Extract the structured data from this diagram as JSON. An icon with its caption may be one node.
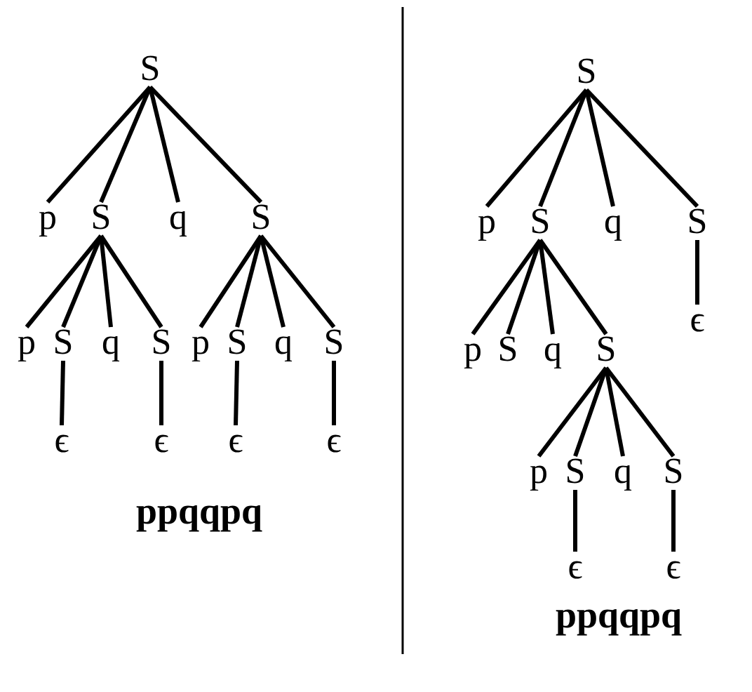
{
  "diagram": {
    "nodes": [
      {
        "text": [
          "S"
        ]
      },
      {
        "text": [
          "p"
        ]
      },
      {
        "text": [
          "S"
        ]
      },
      {
        "text": [
          "q"
        ]
      },
      {
        "text": [
          "S"
        ]
      },
      {
        "text": [
          "p"
        ]
      },
      {
        "text": [
          "S"
        ]
      },
      {
        "text": [
          "q"
        ]
      },
      {
        "text": [
          "S"
        ]
      },
      {
        "text": [
          "p"
        ]
      },
      {
        "text": [
          "S"
        ]
      },
      {
        "text": [
          "q"
        ]
      },
      {
        "text": [
          "S"
        ]
      },
      {
        "text": [
          "ϵ"
        ]
      },
      {
        "text": [
          "ϵ"
        ]
      },
      {
        "text": [
          "ϵ"
        ]
      },
      {
        "text": [
          "ϵ"
        ]
      },
      {
        "text": [
          "S"
        ]
      },
      {
        "text": [
          "p"
        ]
      },
      {
        "text": [
          "S"
        ]
      },
      {
        "text": [
          "q"
        ]
      },
      {
        "text": [
          "S"
        ]
      },
      {
        "text": [
          "ϵ"
        ]
      },
      {
        "text": [
          "p"
        ]
      },
      {
        "text": [
          "S"
        ]
      },
      {
        "text": [
          "q"
        ]
      },
      {
        "text": [
          "S"
        ]
      },
      {
        "text": [
          "p"
        ]
      },
      {
        "text": [
          "S"
        ]
      },
      {
        "text": [
          "q"
        ]
      },
      {
        "text": [
          "S"
        ]
      },
      {
        "text": [
          "ϵ"
        ]
      },
      {
        "text": [
          "ϵ"
        ]
      }
    ],
    "edges": [
      {
        "from": 0,
        "to": 1,
        "arrow": "none"
      },
      {
        "from": 0,
        "to": 2,
        "arrow": "none"
      },
      {
        "from": 0,
        "to": 3,
        "arrow": "none"
      },
      {
        "from": 0,
        "to": 4,
        "arrow": "none"
      },
      {
        "from": 2,
        "to": 5,
        "arrow": "none"
      },
      {
        "from": 2,
        "to": 6,
        "arrow": "none"
      },
      {
        "from": 2,
        "to": 7,
        "arrow": "none"
      },
      {
        "from": 2,
        "to": 8,
        "arrow": "none"
      },
      {
        "from": 4,
        "to": 9,
        "arrow": "none"
      },
      {
        "from": 4,
        "to": 10,
        "arrow": "none"
      },
      {
        "from": 4,
        "to": 11,
        "arrow": "none"
      },
      {
        "from": 4,
        "to": 12,
        "arrow": "none"
      },
      {
        "from": 6,
        "to": 13,
        "arrow": "none"
      },
      {
        "from": 8,
        "to": 14,
        "arrow": "none"
      },
      {
        "from": 10,
        "to": 15,
        "arrow": "none"
      },
      {
        "from": 12,
        "to": 16,
        "arrow": "none"
      },
      {
        "from": 17,
        "to": 18,
        "arrow": "none"
      },
      {
        "from": 17,
        "to": 19,
        "arrow": "none"
      },
      {
        "from": 17,
        "to": 20,
        "arrow": "none"
      },
      {
        "from": 17,
        "to": 21,
        "arrow": "none"
      },
      {
        "from": 21,
        "to": 22,
        "arrow": "none"
      },
      {
        "from": 19,
        "to": 23,
        "arrow": "none"
      },
      {
        "from": 19,
        "to": 24,
        "arrow": "none"
      },
      {
        "from": 19,
        "to": 25,
        "arrow": "none"
      },
      {
        "from": 19,
        "to": 26,
        "arrow": "none"
      },
      {
        "from": 26,
        "to": 27,
        "arrow": "none"
      },
      {
        "from": 26,
        "to": 28,
        "arrow": "none"
      },
      {
        "from": 26,
        "to": 29,
        "arrow": "none"
      },
      {
        "from": 26,
        "to": 30,
        "arrow": "none"
      },
      {
        "from": 28,
        "to": 31,
        "arrow": "none"
      },
      {
        "from": 30,
        "to": 32,
        "arrow": "none"
      }
    ],
    "labels": [
      "ppqqpq",
      "ppqqpq"
    ]
  }
}
